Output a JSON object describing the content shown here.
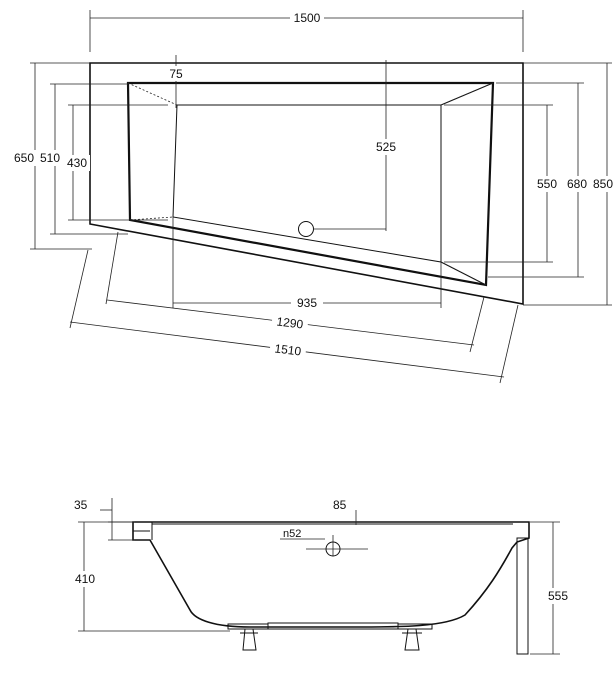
{
  "top_view": {
    "dimensions": {
      "overall_width": "1500",
      "overall_height": "850",
      "front_length": "1510",
      "inner_front_length": "1290",
      "bottom_length": "935",
      "left_height_outer": "650",
      "left_height_mid": "510",
      "left_height_inner": "430",
      "right_height_outer": "680",
      "right_height_inner": "550",
      "drain_offset": "525",
      "drain_from_wall": "75"
    }
  },
  "side_view": {
    "dimensions": {
      "rim_thickness": "35",
      "rim_width": "85",
      "overflow_diameter": "n52",
      "depth": "410",
      "total_height": "555"
    }
  }
}
